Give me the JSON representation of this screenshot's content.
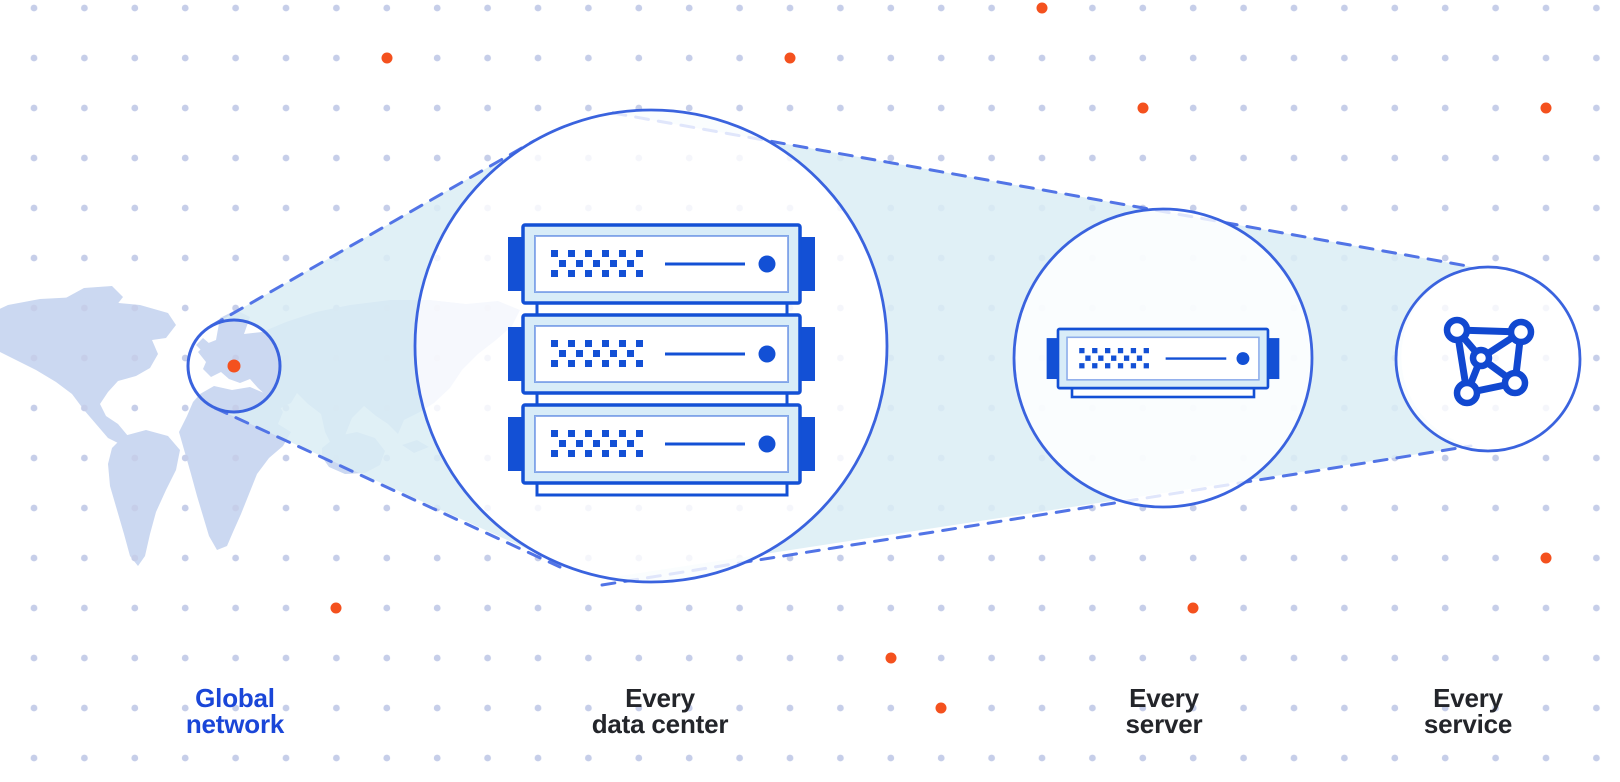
{
  "title": "Global network zoom-in diagram",
  "stages": [
    {
      "id": "global-network",
      "label": "Global\nnetwork",
      "icon": "world-map-region-marker"
    },
    {
      "id": "every-data-center",
      "label": "Every\ndata center",
      "icon": "server-rack-stack"
    },
    {
      "id": "every-server",
      "label": "Every\nserver",
      "icon": "server-unit"
    },
    {
      "id": "every-service",
      "label": "Every\nservice",
      "icon": "network-mesh"
    }
  ],
  "colors": {
    "deep_blue": "#1350d5",
    "circle_stroke": "#3a63de",
    "dash_blue": "#5274e6",
    "beam_fill": "#daedf5",
    "map_fill": "#cbd8f1",
    "dot_fill": "#c6cee9",
    "orange": "#f4511e",
    "server_fill": "#d8ecf8",
    "label_dark": "#23252a",
    "label_blue": "#1a46d8",
    "icon_blue": "#1148d0"
  }
}
